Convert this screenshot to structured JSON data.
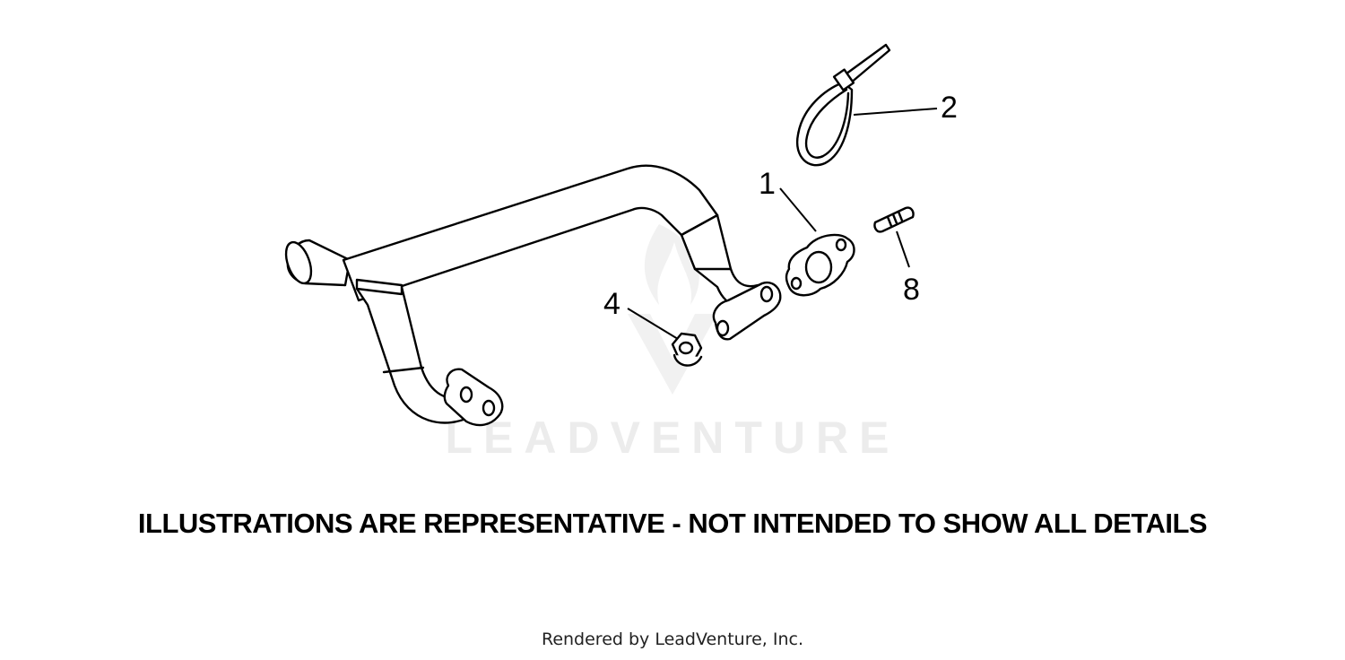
{
  "callouts": {
    "c1": "1",
    "c2": "2",
    "c4": "4",
    "c8": "8"
  },
  "watermark": {
    "text": "LEADVENTURE",
    "color": "#ececec"
  },
  "disclaimer": "ILLUSTRATIONS ARE REPRESENTATIVE - NOT INTENDED TO SHOW ALL DETAILS",
  "credit": "Rendered by LeadVenture, Inc.",
  "colors": {
    "line": "#000000",
    "background": "#ffffff"
  }
}
